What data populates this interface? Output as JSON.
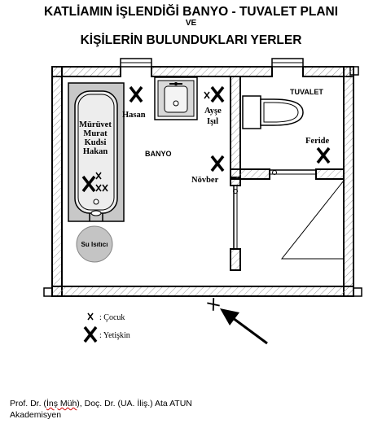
{
  "header": {
    "title_line1": "KATLİAMIN İŞLENDİĞİ BANYO - TUVALET PLANI",
    "title_line2": "VE",
    "title_line3": "KİŞİLERİN BULUNDUKLARI YERLER"
  },
  "rooms": {
    "banyo": "BANYO",
    "tuvalet": "TUVALET",
    "water_heater": "Su Isıtıcı"
  },
  "people": {
    "tub_names": [
      "Mürüvet",
      "Murat",
      "Kudsi",
      "Hakan"
    ],
    "hasan": "Hasan",
    "ayse_isil": [
      "Ayşe",
      "Işıl"
    ],
    "novber": "Növber",
    "feride": "Feride"
  },
  "legend": {
    "child_label": ": Çocuk",
    "adult_label": ": Yetişkin"
  },
  "footer": {
    "credit_pre": "Prof. Dr. (",
    "credit_flag": "İnş Müh",
    "credit_post": "), Doç. Dr. (UA. İliş.) Ata ATUN",
    "affiliation": "Akademisyen"
  },
  "colors": {
    "wall": "#000000",
    "wall_hatch": "#d0d0d0",
    "tub_fill": "#c8c8c8",
    "heater_fill": "#c4c4c4",
    "spellcheck": "#d00000"
  },
  "icons": [
    "x-mark-adult-icon",
    "x-mark-child-icon",
    "bathtub-icon",
    "sink-icon",
    "toilet-icon",
    "arrow-icon",
    "door-icon",
    "window-icon",
    "water-heater-icon"
  ]
}
